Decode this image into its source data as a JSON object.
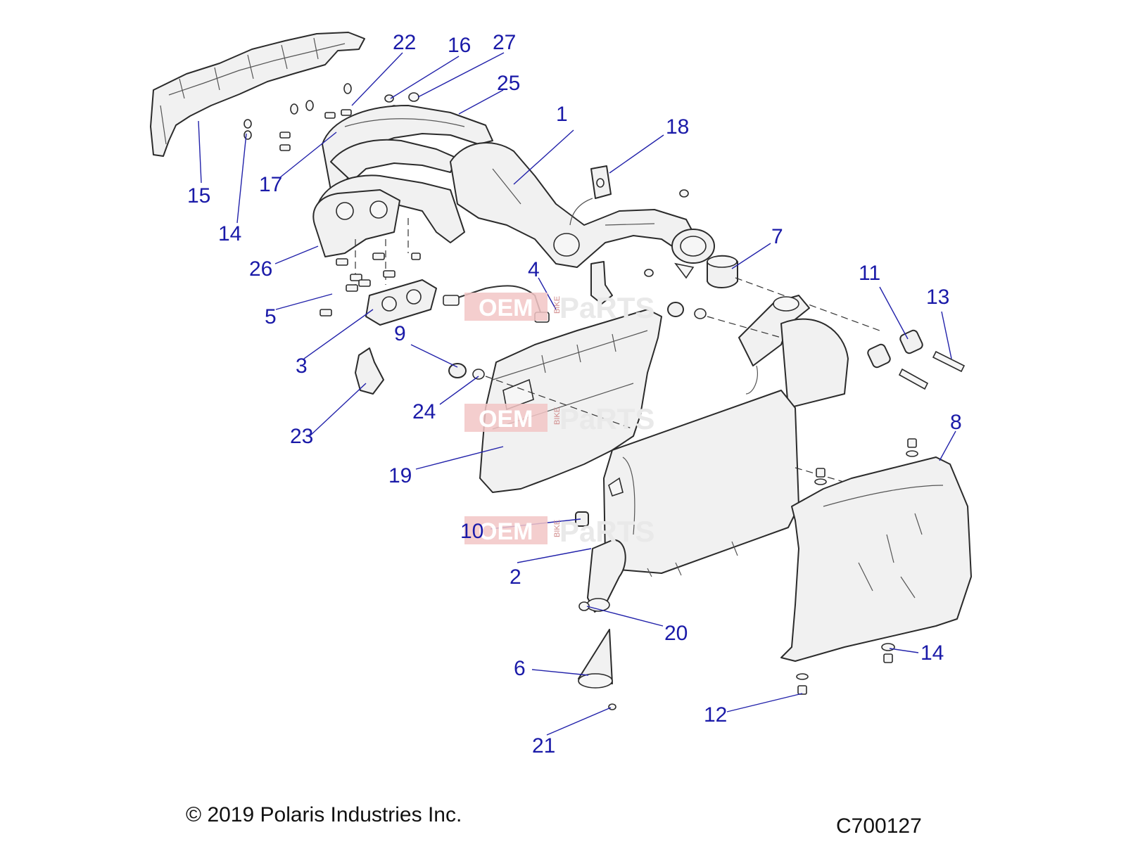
{
  "callouts": [
    {
      "id": "1",
      "label": "1"
    },
    {
      "id": "2",
      "label": "2"
    },
    {
      "id": "3",
      "label": "3"
    },
    {
      "id": "4",
      "label": "4"
    },
    {
      "id": "5",
      "label": "5"
    },
    {
      "id": "6",
      "label": "6"
    },
    {
      "id": "7",
      "label": "7"
    },
    {
      "id": "8",
      "label": "8"
    },
    {
      "id": "9",
      "label": "9"
    },
    {
      "id": "10",
      "label": "10"
    },
    {
      "id": "11",
      "label": "11"
    },
    {
      "id": "12",
      "label": "12"
    },
    {
      "id": "13",
      "label": "13"
    },
    {
      "id": "14a",
      "label": "14"
    },
    {
      "id": "14b",
      "label": "14"
    },
    {
      "id": "15",
      "label": "15"
    },
    {
      "id": "16",
      "label": "16"
    },
    {
      "id": "17",
      "label": "17"
    },
    {
      "id": "18",
      "label": "18"
    },
    {
      "id": "19",
      "label": "19"
    },
    {
      "id": "20",
      "label": "20"
    },
    {
      "id": "21",
      "label": "21"
    },
    {
      "id": "22",
      "label": "22"
    },
    {
      "id": "23",
      "label": "23"
    },
    {
      "id": "24",
      "label": "24"
    },
    {
      "id": "25",
      "label": "25"
    },
    {
      "id": "26",
      "label": "26"
    },
    {
      "id": "27",
      "label": "27"
    }
  ],
  "watermark": {
    "brand": "OEM",
    "word": "PaRTS",
    "small": "BIKE"
  },
  "footer": {
    "copyright": "© 2019 Polaris Industries Inc.",
    "diagram_code": "C700127"
  },
  "colors": {
    "callout": "#1a1aa8",
    "line": "#2b2b2b",
    "watermark": "#f2c6c6"
  }
}
